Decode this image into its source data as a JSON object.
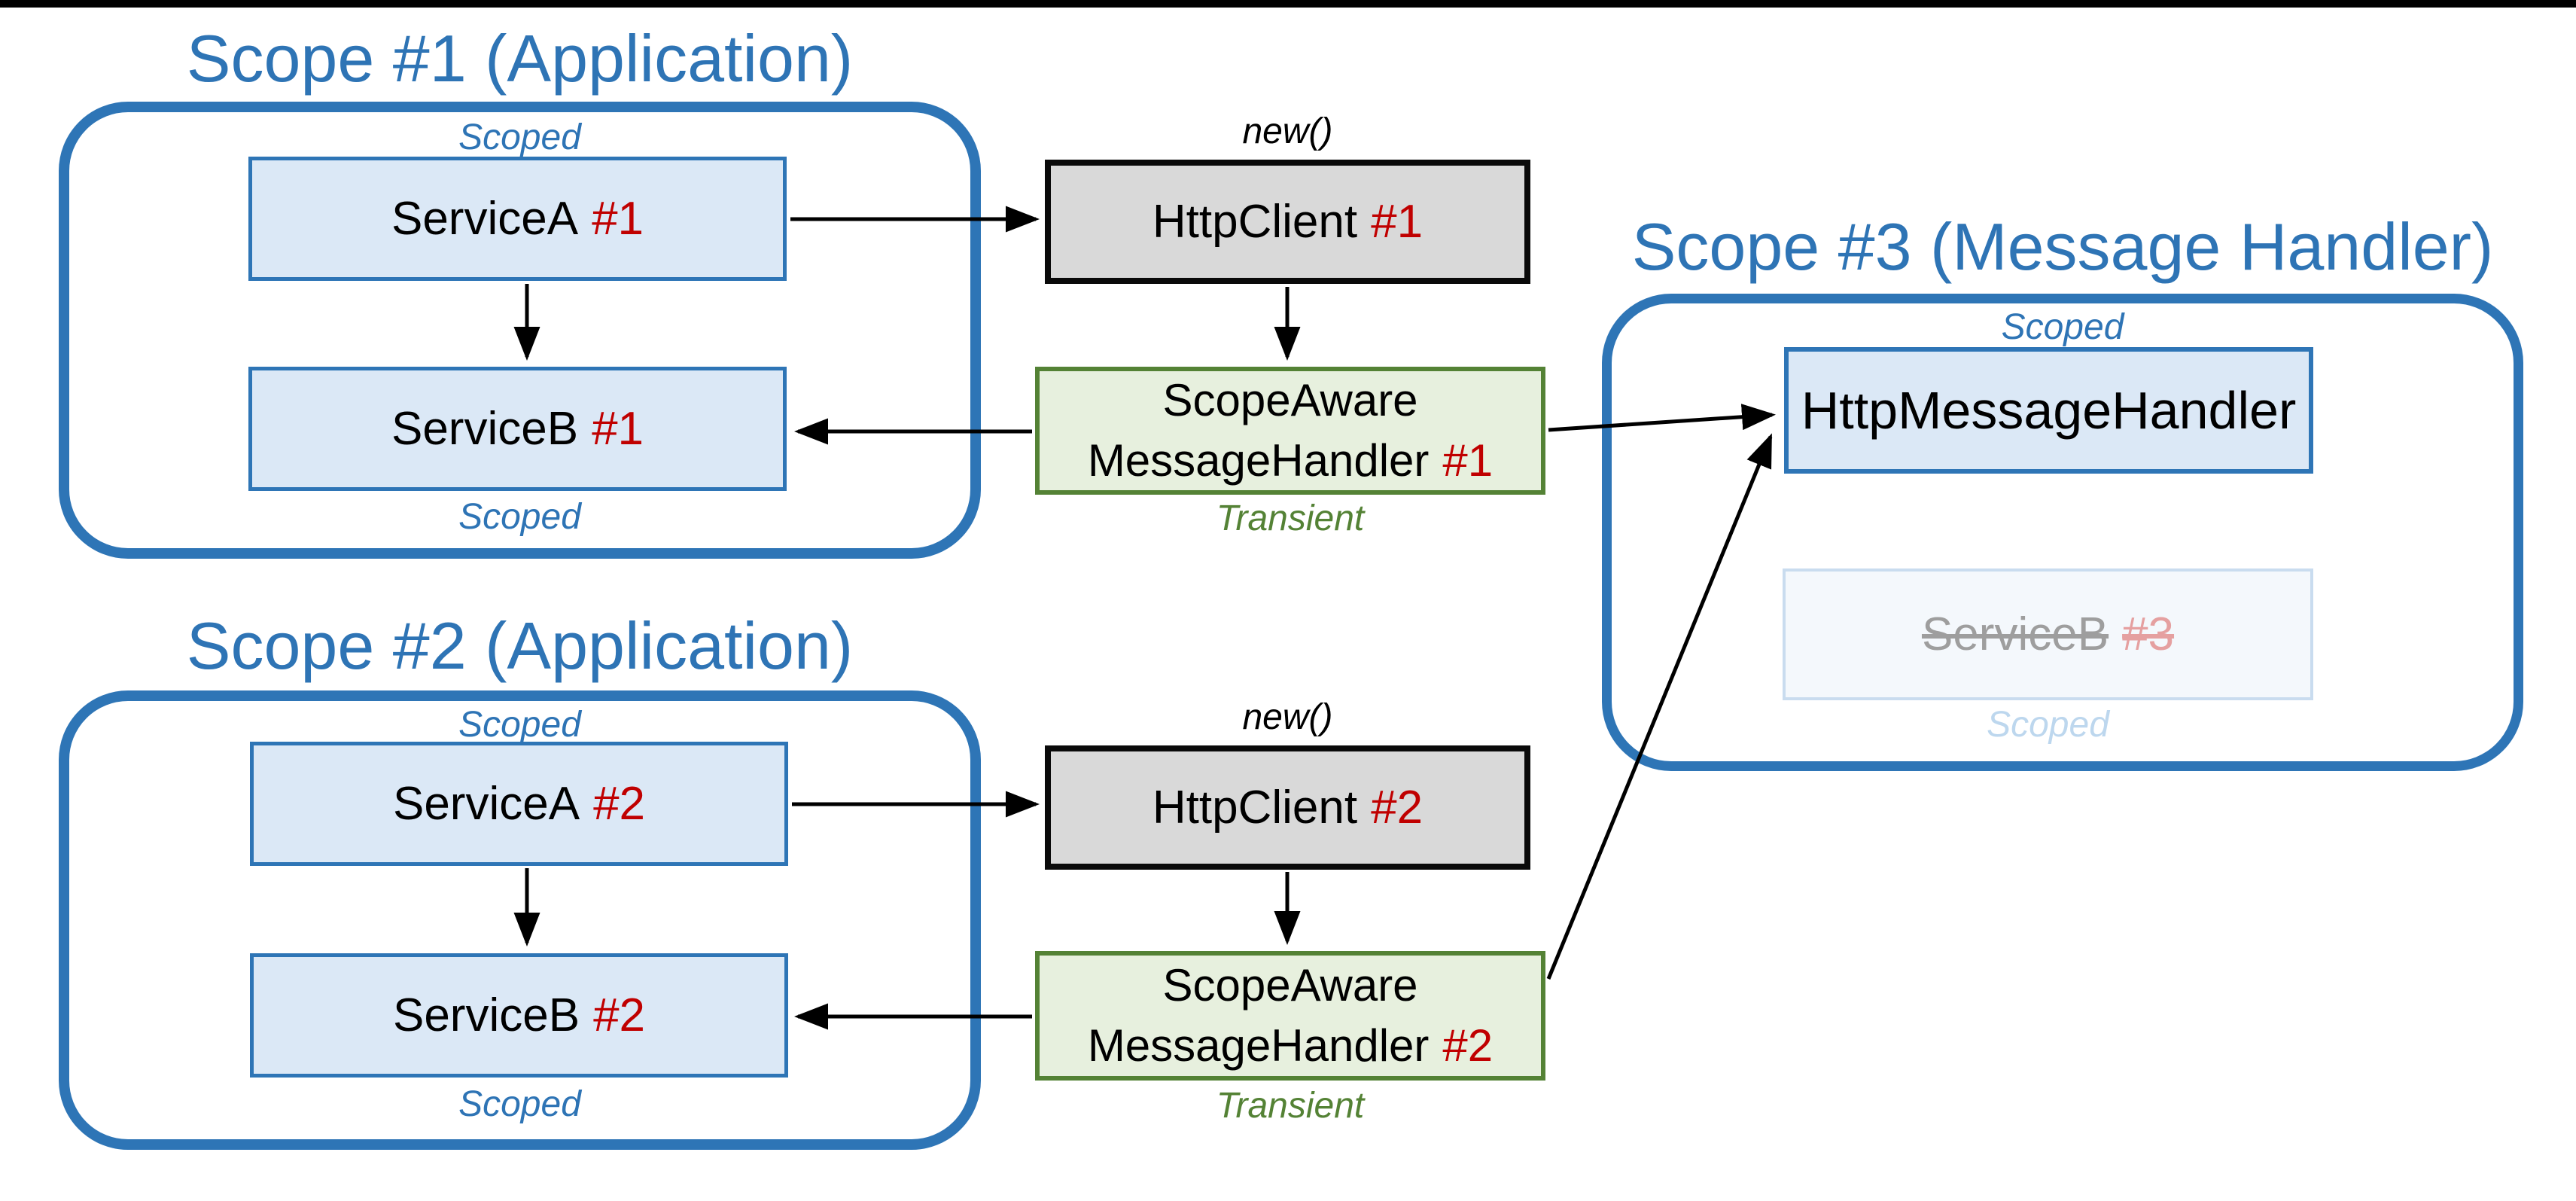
{
  "colors": {
    "title_blue": "#2E74B5",
    "scope_border_blue": "#2E75B6",
    "service_box_fill": "#DBE8F6",
    "http_client_fill": "#D9D9D9",
    "handler_green_border": "#548235",
    "handler_green_fill": "#E7F0DE",
    "instance_red": "#C00000",
    "faded_gray_text": "#9E9E9E",
    "faded_red_text": "#E5A0A0",
    "faded_scoped_blue": "#BDD7EE"
  },
  "scope1": {
    "title": "Scope #1 (Application)",
    "scoped_top": "Scoped",
    "scoped_bottom": "Scoped",
    "service_a": {
      "label": "ServiceA",
      "instance": "#1"
    },
    "service_b": {
      "label": "ServiceB",
      "instance": "#1"
    }
  },
  "scope2": {
    "title": "Scope #2 (Application)",
    "scoped_top": "Scoped",
    "scoped_bottom": "Scoped",
    "service_a": {
      "label": "ServiceA",
      "instance": "#2"
    },
    "service_b": {
      "label": "ServiceB",
      "instance": "#2"
    }
  },
  "scope3": {
    "title": "Scope #3 (Message Handler)",
    "scoped_top": "Scoped",
    "http_message_handler": "HttpMessageHandler",
    "service_b_disposed": {
      "label": "ServiceB",
      "instance": "#3"
    },
    "scoped_faded": "Scoped"
  },
  "chain1": {
    "new_label": "new()",
    "http_client": {
      "label": "HttpClient",
      "instance": "#1"
    },
    "handler": {
      "line1": "ScopeAware",
      "line2": "MessageHandler",
      "instance": "#1"
    },
    "transient": "Transient"
  },
  "chain2": {
    "new_label": "new()",
    "http_client": {
      "label": "HttpClient",
      "instance": "#2"
    },
    "handler": {
      "line1": "ScopeAware",
      "line2": "MessageHandler",
      "instance": "#2"
    },
    "transient": "Transient"
  }
}
